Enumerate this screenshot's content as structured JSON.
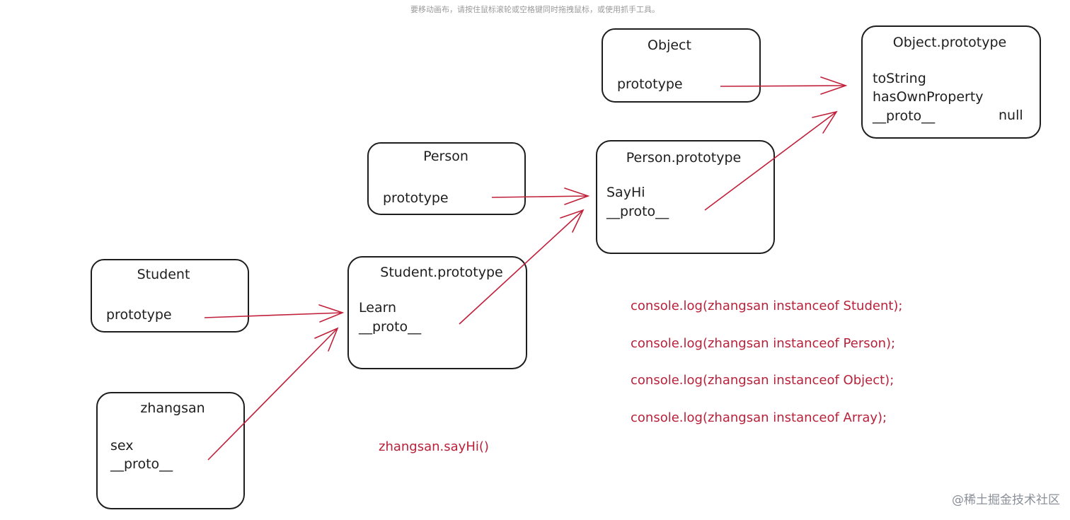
{
  "hint": "要移动画布，请按住鼠标滚轮或空格键同时拖拽鼠标，或使用抓手工具。",
  "boxes": {
    "object": {
      "title": "Object",
      "fields": [
        "prototype"
      ]
    },
    "object_prototype": {
      "title": "Object.prototype",
      "fields": [
        "toString",
        "hasOwnProperty",
        "__proto__"
      ],
      "extra": "null"
    },
    "person": {
      "title": "Person",
      "fields": [
        "prototype"
      ]
    },
    "person_prototype": {
      "title": "Person.prototype",
      "fields": [
        "SayHi",
        "__proto__"
      ]
    },
    "student": {
      "title": "Student",
      "fields": [
        "prototype"
      ]
    },
    "student_prototype": {
      "title": "Student.prototype",
      "fields": [
        "Learn",
        "__proto__"
      ]
    },
    "zhangsan": {
      "title": "zhangsan",
      "fields": [
        "sex",
        "__proto__"
      ]
    }
  },
  "call": "zhangsan.sayHi()",
  "console_lines": [
    "console.log(zhangsan instanceof Student);",
    "console.log(zhangsan instanceof Person);",
    "console.log(zhangsan instanceof Object);",
    "console.log(zhangsan instanceof Array);"
  ],
  "watermark": "@稀土掘金技术社区",
  "colors": {
    "stroke": "#1e1e1e",
    "arrow": "#c0203a",
    "code": "#b8213a"
  }
}
